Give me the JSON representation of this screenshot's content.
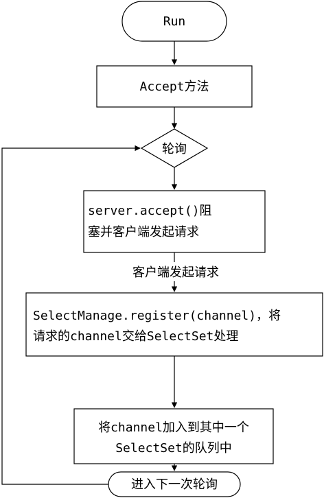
{
  "nodes": {
    "start": {
      "label": "Run"
    },
    "accept": {
      "label": "Accept方法"
    },
    "poll": {
      "label": "轮询"
    },
    "block": {
      "lines": [
        "server.accept()阻",
        "塞并客户端发起请求"
      ]
    },
    "register": {
      "lines": [
        "SelectManage.register(channel)，将",
        "请求的channel交给SelectSet处理"
      ]
    },
    "enqueue": {
      "lines": [
        "将channel加入到其中一个",
        "SelectSet的队列中"
      ]
    },
    "next": {
      "label": "进入下一次轮询"
    }
  },
  "edges": {
    "block_to_register_label": "客户端发起请求"
  }
}
